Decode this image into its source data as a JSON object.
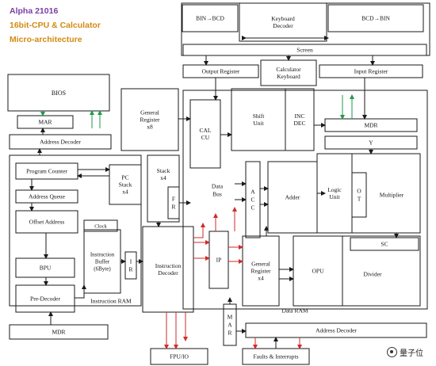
{
  "header": {
    "line1": "Alpha 21016",
    "line2": "16bit-CPU & Calculator",
    "line3": "Micro-architecture"
  },
  "watermark": {
    "text": "量子位",
    "icon": "wechat-logo-icon"
  },
  "colors": {
    "line": "#1a1a1a",
    "green": "#1f9a4a",
    "red": "#d22a2a"
  },
  "blocks": {
    "keyboard_decoder": [
      "Keyboard",
      "Decoder"
    ],
    "bin_bcd": "BIN→BCD",
    "bcd_bin": "BCD→BIN",
    "screen": "Screen",
    "output_register": "Output Register",
    "calculator_keyboard": [
      "Calculator",
      "Keyboard"
    ],
    "input_register": "Input Register",
    "bios": "BIOS",
    "mar_top": "MAR",
    "address_decoder_top": "Address Decoder",
    "general_register_x8": [
      "General",
      "Register",
      "x8"
    ],
    "cal_cu": [
      "CAL",
      "CU"
    ],
    "shift_unit": [
      "Shift",
      "Unit"
    ],
    "inc_dec": [
      "INC",
      "DEC"
    ],
    "mdr_right": "MDR",
    "y": "Y",
    "program_counter": "Program Counter",
    "pc_stack": [
      "PC",
      "Stack",
      "x4"
    ],
    "stack_x4": [
      "Stack",
      "x4"
    ],
    "fr": [
      "F",
      "R"
    ],
    "data_bus": [
      "Data",
      "Bus"
    ],
    "acc": [
      "A",
      "C",
      "C"
    ],
    "adder": "Adder",
    "logic_unit": [
      "Logic",
      "Unit"
    ],
    "ot": [
      "O",
      "T"
    ],
    "multiplier": "Multiplier",
    "address_queue": "Address Queue",
    "offset_address": "Offset Address",
    "clock": "Clock",
    "instruction_buffer": [
      "Instruction",
      "Buffer",
      "(6Byte)"
    ],
    "ir": [
      "I",
      "R"
    ],
    "instruction_decoder": [
      "Instruction",
      "Decoder"
    ],
    "ip": "IP",
    "general_register_x4": [
      "General",
      "Register",
      "x4"
    ],
    "sc": "SC",
    "opu": "OPU",
    "divider": "Divider",
    "bpu": "BPU",
    "pre_decoder": "Pre-Decoder",
    "instruction_ram": "Instruction RAM",
    "data_ram": "Data RAM",
    "mdr_bottom": "MDR",
    "mar_bottom": [
      "M",
      "A",
      "R"
    ],
    "address_decoder_bottom": "Address Decoder",
    "fpu_io": "FPU/IO",
    "faults_interrupts": "Faults & Interrupts"
  }
}
